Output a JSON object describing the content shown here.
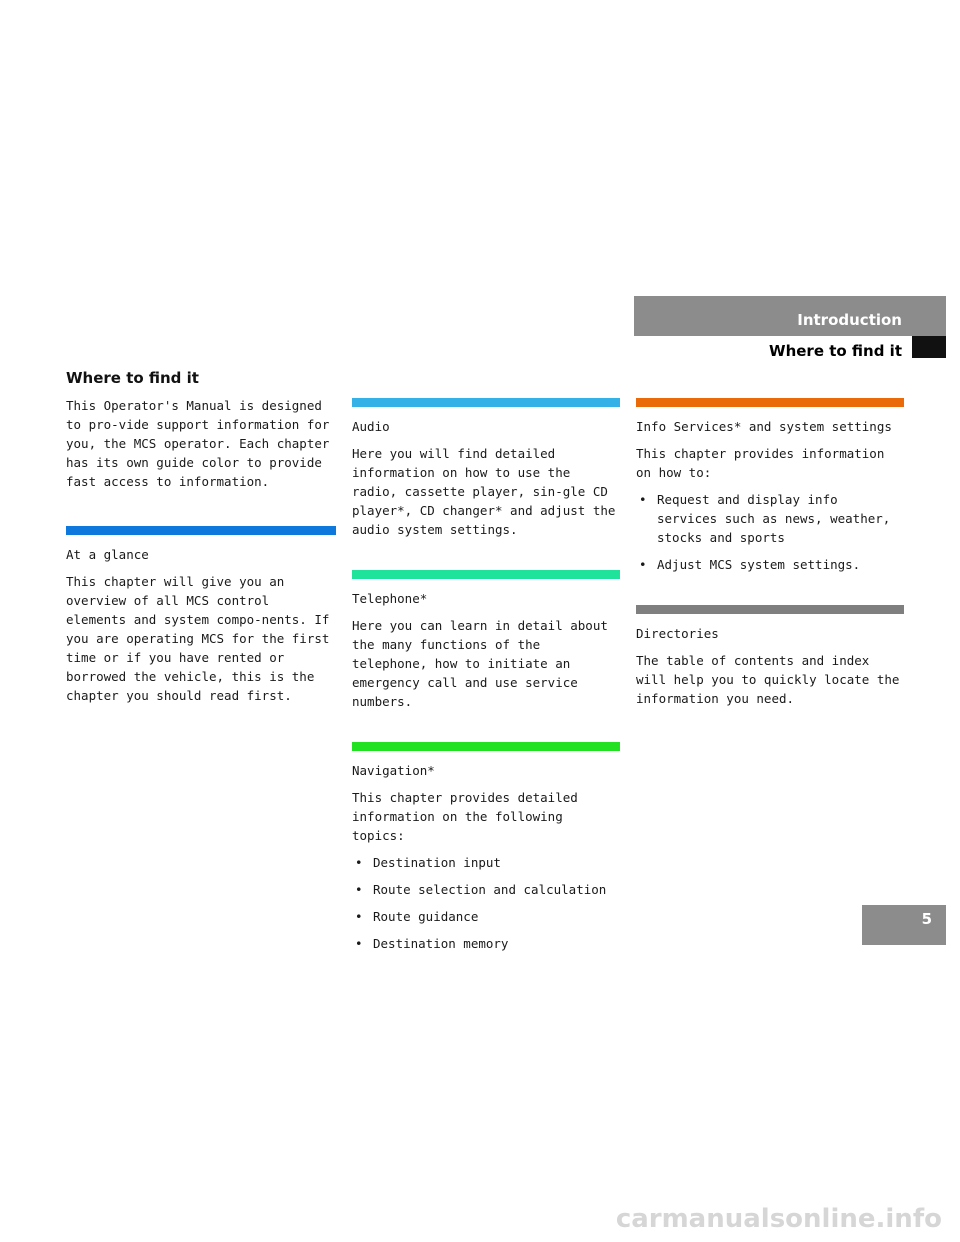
{
  "header": {
    "section": "Introduction",
    "subsection": "Where to find it"
  },
  "page_title": "Where to find it",
  "intro": "This Operator's Manual is designed to pro-vide support information for you, the MCS operator. Each chapter has its own guide color to provide fast access to information.",
  "chapters": {
    "at_a_glance": {
      "color": "#0f78dc",
      "title": "At a glance",
      "text": "This chapter will give you an overview of all MCS control elements and system compo-nents. If you are operating MCS for the first time or if you have rented or borrowed the vehicle, this is the chapter you should read first."
    },
    "audio": {
      "color": "#34b1e6",
      "title": "Audio",
      "text": "Here you will find detailed information on how to use the radio, cassette player, sin-gle CD player*, CD changer* and adjust the audio system settings."
    },
    "telephone": {
      "color": "#1fe39a",
      "title": "Telephone*",
      "text": "Here you can learn in detail about the many functions of the telephone, how to initiate an emergency call and use service numbers."
    },
    "navigation": {
      "color": "#22e022",
      "title": "Navigation*",
      "text": "This chapter provides detailed information on the following topics:",
      "items": [
        "Destination input",
        "Route selection and calculation",
        "Route guidance",
        "Destination memory"
      ]
    },
    "info_services": {
      "color": "#ea6a0a",
      "title": "Info Services* and system settings",
      "text": "This chapter provides information on how to:",
      "items": [
        "Request and display info services such as news, weather, stocks and sports",
        "Adjust MCS system settings."
      ]
    },
    "directories": {
      "color": "#7f7f7f",
      "title": "Directories",
      "text": "The table of contents and index will help you to quickly locate the information you need."
    }
  },
  "bullet": "•",
  "page_number": "5",
  "watermark": "carmanualsonline.info"
}
